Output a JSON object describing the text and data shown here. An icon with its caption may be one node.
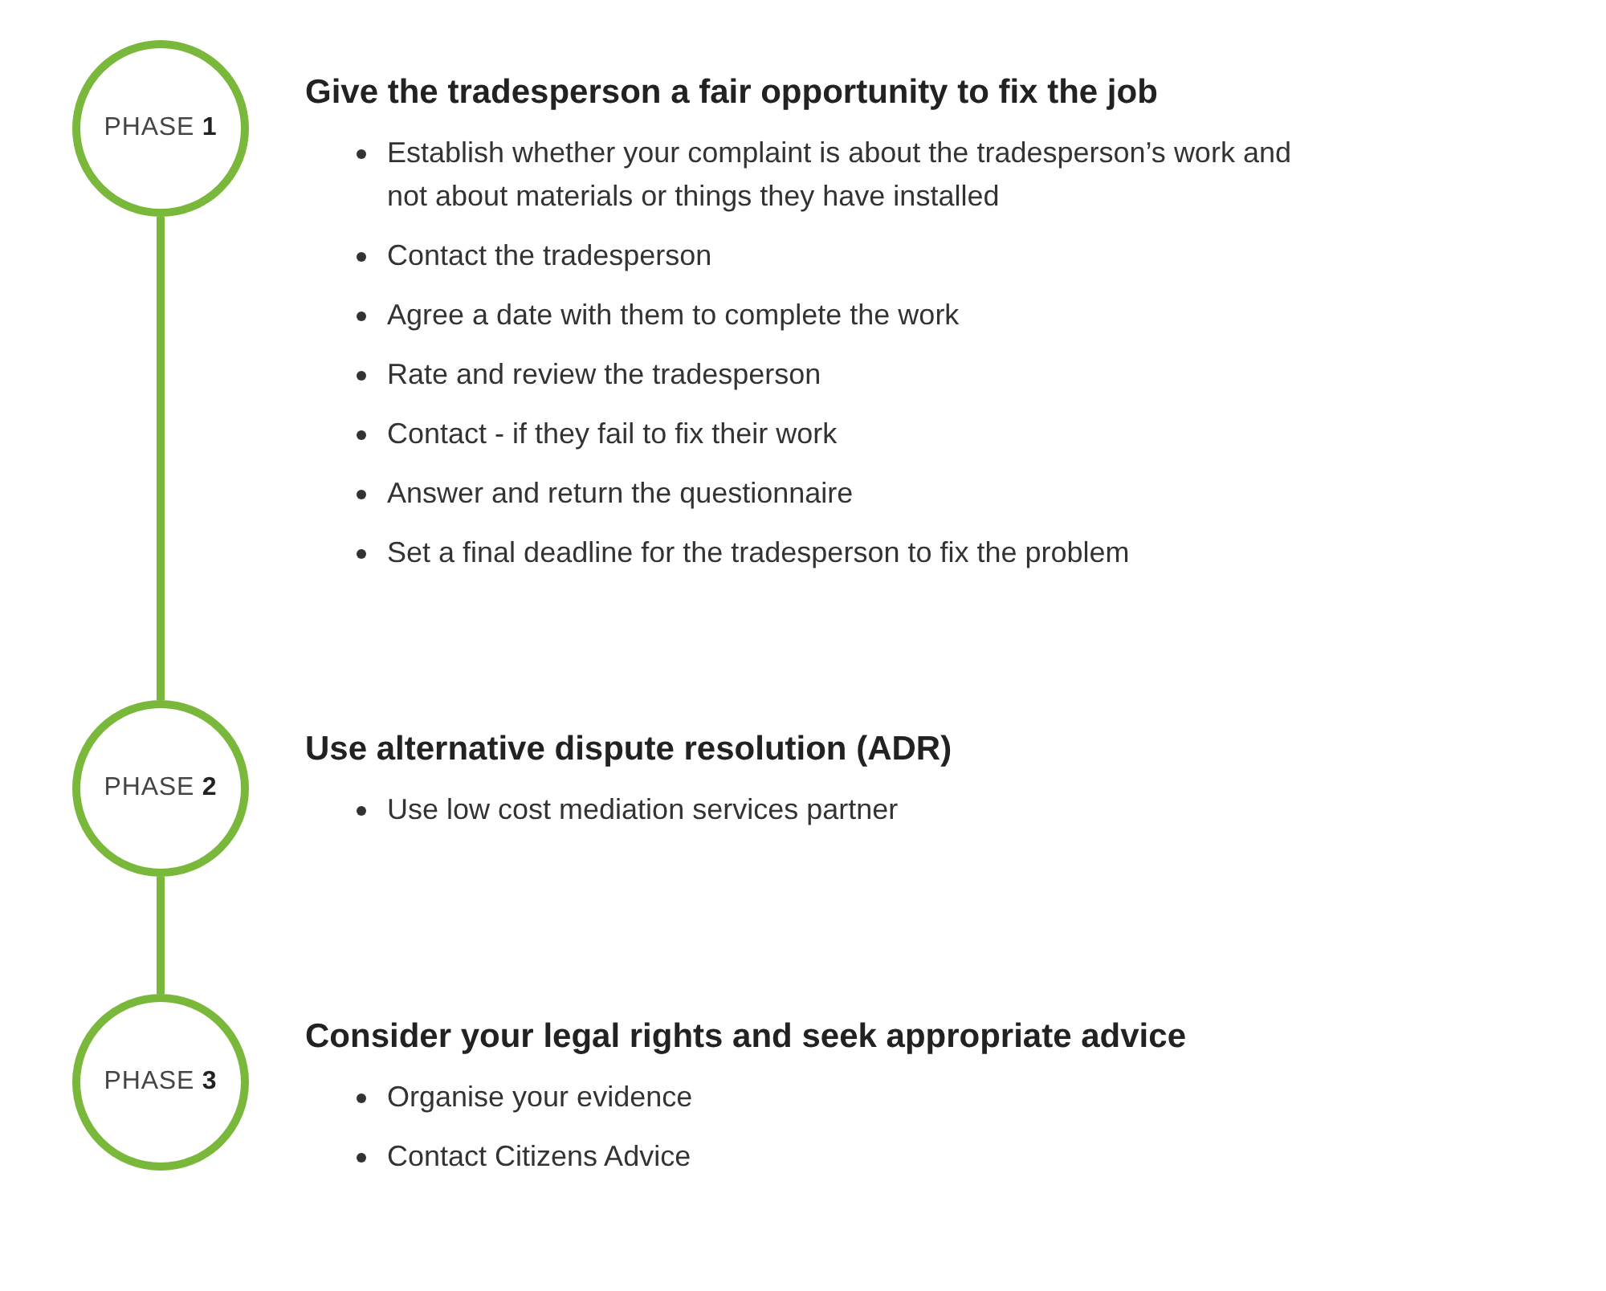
{
  "diagram": {
    "nodes": [
      {
        "text": [
          "PHASE **1**"
        ],
        "beside": [
          "Give the tradesperson a fair opportunity to fix the job",
          "Establish whether your complaint is about the tradesperson’s work and not about materials or things they have installed",
          "Contact the tradesperson",
          "Agree a date with them to complete the work",
          "Rate and review the tradesperson",
          "Contact - if they fail to fix their work",
          "Answer and return the questionnaire",
          "Set a final deadline for the tradesperson to fix the problem"
        ]
      },
      {
        "text": [
          "PHASE **2**"
        ],
        "beside": [
          "Use alternative dispute resolution (ADR)",
          "Use low cost mediation services partner"
        ]
      },
      {
        "text": [
          "PHASE **3**"
        ],
        "beside": [
          "Consider your legal rights and seek appropriate advice",
          "Organise your evidence",
          "Contact Citizens Advice"
        ]
      }
    ],
    "edges": [
      {
        "from": 0,
        "to": 1,
        "arrow": "none"
      },
      {
        "from": 1,
        "to": 2,
        "arrow": "none"
      }
    ]
  }
}
